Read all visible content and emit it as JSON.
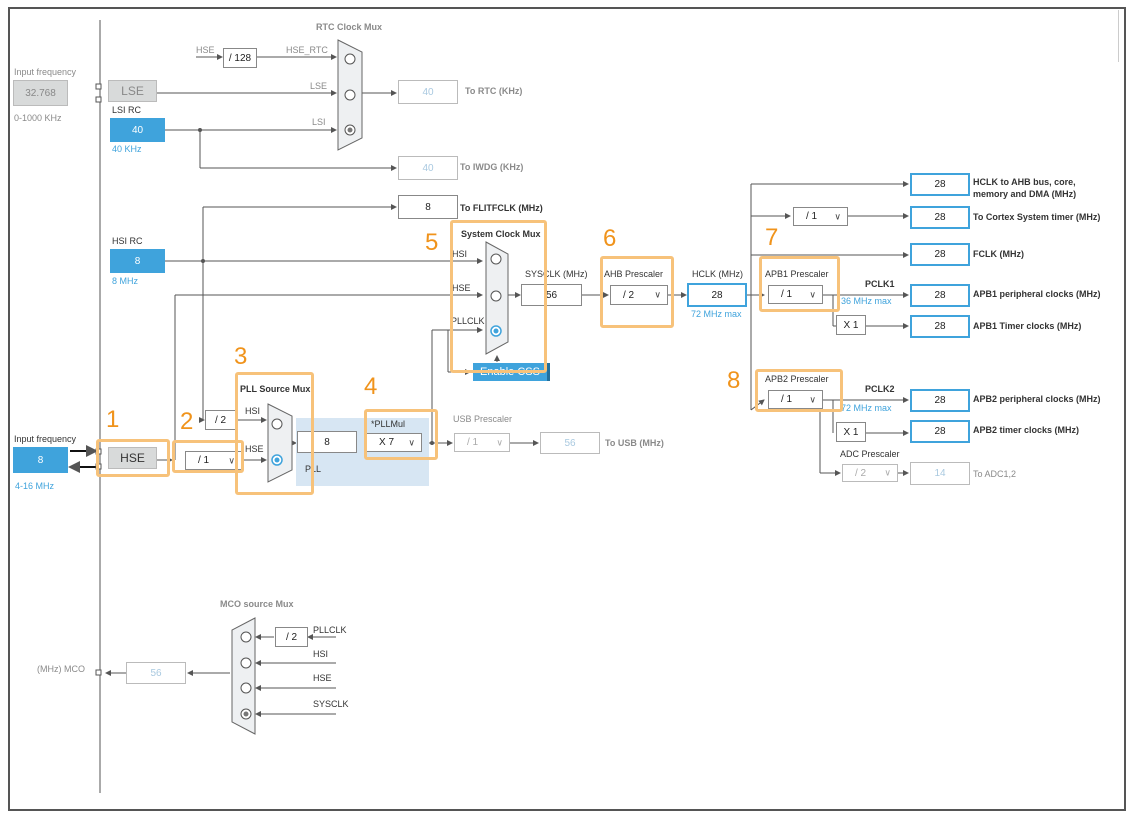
{
  "rtc_mux": {
    "title": "RTC Clock Mux",
    "hse": "HSE",
    "div128": "/ 128",
    "hse_rtc": "HSE_RTC",
    "lse": "LSE",
    "lsi": "LSI",
    "out_value": "40",
    "out_label": "To RTC (KHz)"
  },
  "lse_block": {
    "in_label": "Input frequency",
    "in_value": "32.768",
    "range": "0-1000 KHz",
    "box": "LSE"
  },
  "lsi_block": {
    "label": "LSI RC",
    "value": "40",
    "unit": "40 KHz"
  },
  "iwdg": {
    "value": "40",
    "label": "To IWDG (KHz)"
  },
  "flit": {
    "value": "8",
    "label": "To FLITFCLK (MHz)"
  },
  "hsi_block": {
    "label": "HSI RC",
    "value": "8",
    "unit": "8 MHz"
  },
  "sysmux": {
    "title": "System Clock Mux",
    "hsi": "HSI",
    "hse": "HSE",
    "pllclk": "PLLCLK",
    "enable_css": "Enable CSS"
  },
  "sysclk": {
    "label": "SYSCLK (MHz)",
    "value": "56"
  },
  "ahb": {
    "label": "AHB Prescaler",
    "value": "/ 2"
  },
  "hclk": {
    "label": "HCLK (MHz)",
    "value": "28",
    "max": "72 MHz max"
  },
  "outputs": {
    "hclk_ahb": {
      "value": "28",
      "label_l1": "HCLK to AHB bus, core,",
      "label_l2": "memory and DMA (MHz)"
    },
    "cortex_div": "/ 1",
    "cortex": {
      "value": "28",
      "label": "To Cortex System timer (MHz)"
    },
    "fclk": {
      "value": "28",
      "label": "FCLK (MHz)"
    },
    "apb1_periph": {
      "value": "28",
      "label": "APB1 peripheral clocks (MHz)"
    },
    "apb1_timer_mul": "X 1",
    "apb1_timer": {
      "value": "28",
      "label": "APB1 Timer clocks (MHz)"
    },
    "apb2_periph": {
      "value": "28",
      "label": "APB2 peripheral clocks (MHz)"
    },
    "apb2_timer_mul": "X 1",
    "apb2_timer": {
      "value": "28",
      "label": "APB2 timer clocks (MHz)"
    },
    "adc_label": "ADC Prescaler",
    "adc_div": "/ 2",
    "adc": {
      "value": "14",
      "label": "To ADC1,2"
    }
  },
  "apb1": {
    "label": "APB1 Prescaler",
    "value": "/ 1",
    "pclk": "PCLK1",
    "max": "36 MHz max"
  },
  "apb2": {
    "label": "APB2 Prescaler",
    "value": "/ 1",
    "pclk": "PCLK2",
    "max": "72 MHz max"
  },
  "hse_block": {
    "in_label": "Input frequency",
    "value": "8",
    "range": "4-16 MHz",
    "box": "HSE",
    "prediv": "/ 1",
    "div2": "/ 2"
  },
  "pll": {
    "source_title": "PLL Source Mux",
    "hsi": "HSI",
    "hse": "HSE",
    "value": "8",
    "label": "PLL",
    "mul_label": "*PLLMul",
    "mul_value": "X 7"
  },
  "usb": {
    "label": "USB Prescaler",
    "div": "/ 1",
    "value": "56",
    "out": "To USB (MHz)"
  },
  "mco": {
    "title": "MCO source Mux",
    "div2": "/ 2",
    "pllclk": "PLLCLK",
    "hsi": "HSI",
    "hse": "HSE",
    "sysclk": "SYSCLK",
    "value": "56",
    "label": "(MHz) MCO"
  },
  "markers": [
    "1",
    "2",
    "3",
    "4",
    "5",
    "6",
    "7",
    "8"
  ],
  "colors": {
    "accent": "#3fa3dc",
    "highlight": "#f7c27a",
    "marker": "#f0931b"
  }
}
